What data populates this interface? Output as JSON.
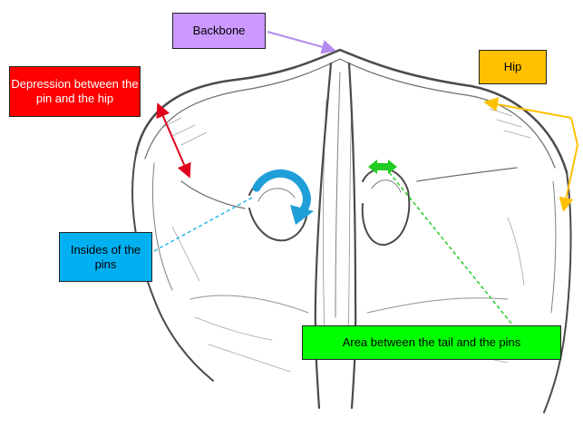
{
  "diagram": {
    "labels": {
      "backbone": {
        "text": "Backbone",
        "bg": "#cc99ff",
        "color": "#000000"
      },
      "depression": {
        "text": "Depression between the pin and the hip",
        "bg": "#ff0000",
        "color": "#ffffff"
      },
      "hip": {
        "text": "Hip",
        "bg": "#ffc000",
        "color": "#000000"
      },
      "insides": {
        "text": "Insides of the pins",
        "bg": "#00b0f0",
        "color": "#000000"
      },
      "area": {
        "text": "Area between the tail and the pins",
        "bg": "#00ff00",
        "color": "#000000"
      }
    },
    "colors": {
      "sketch": "#4a4a4a",
      "backbone_arrow": "#b48cf0",
      "depression_arrow": "#e0001b",
      "hip_arrow": "#ffc000",
      "insides_line": "#29b6e8",
      "insides_arrow": "#1f9fd8",
      "area_arrow": "#22cc22"
    }
  }
}
